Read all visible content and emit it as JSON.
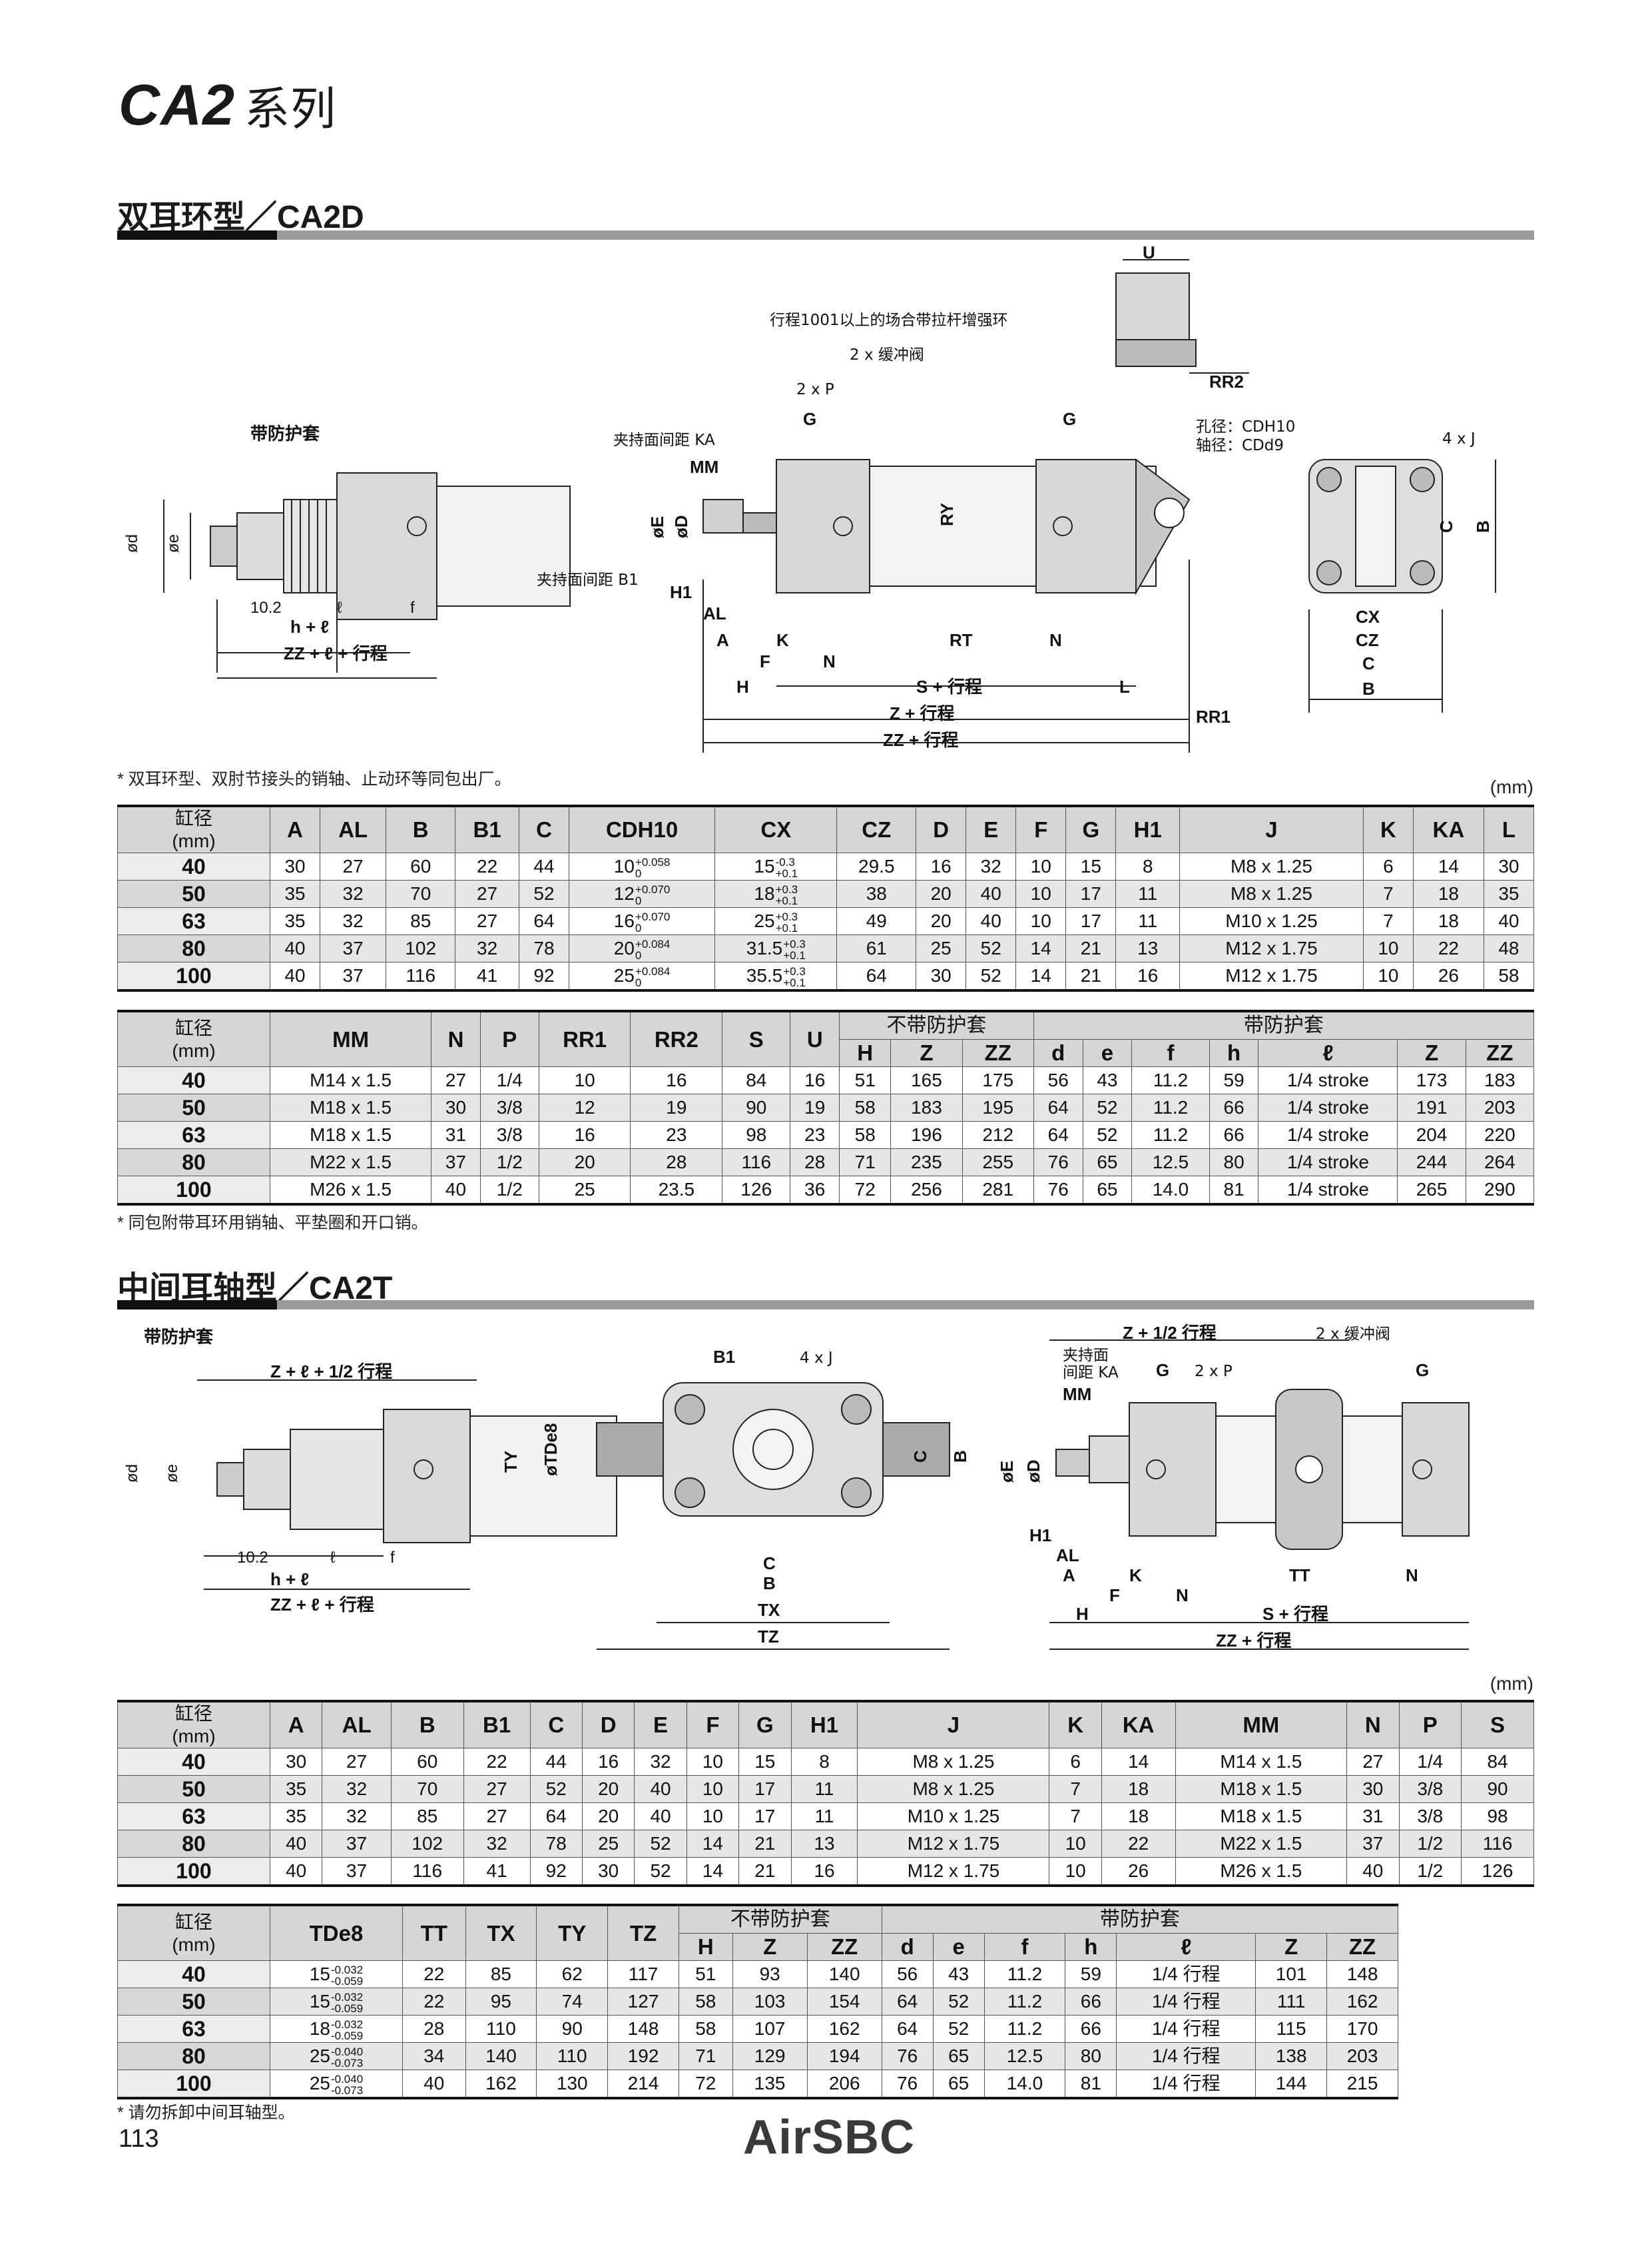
{
  "header": {
    "series": "CA2",
    "series_suffix": "系列"
  },
  "sections": {
    "ca2d": {
      "title": "双耳环型／CA2D",
      "labels": {
        "with_boot": "带防护套",
        "tie_rod_note": "行程1001以上的场合带拉杆增强环",
        "cushion": "2 x 缓冲阀",
        "port": "2 x P",
        "ka": "夹持面间距 KA",
        "b1": "夹持面间距 B1",
        "cd": "孔径：CDH10",
        "cd2": "轴径：CDd9",
        "j": "4 x J",
        "s_stroke": "S + 行程",
        "z_stroke": "Z + 行程",
        "zz_stroke": "ZZ + 行程",
        "h_l": "h + ℓ",
        "zz_l": "ZZ + ℓ + 行程",
        "v10": "10.2"
      },
      "note": "* 双耳环型、双肘节接头的销轴、止动环等同包出厂。",
      "unit": "(mm)",
      "table1": {
        "bore_head": "缸径\n(mm)",
        "headers": [
          "A",
          "AL",
          "B",
          "B1",
          "C",
          "CDH10",
          "CX",
          "CZ",
          "D",
          "E",
          "F",
          "G",
          "H1",
          "J",
          "K",
          "KA",
          "L"
        ],
        "rows": [
          {
            "bore": "40",
            "A": "30",
            "AL": "27",
            "B": "60",
            "B1": "22",
            "C": "44",
            "CD": "10",
            "CDt": [
              "+0.058",
              "0"
            ],
            "CX": "15",
            "CXt": [
              "-0.3",
              "+0.1"
            ],
            "CZ": "29.5",
            "D": "16",
            "E": "32",
            "F": "10",
            "G": "15",
            "H1": "8",
            "J": "M8 x 1.25",
            "K": "6",
            "KA": "14",
            "L": "30"
          },
          {
            "bore": "50",
            "A": "35",
            "AL": "32",
            "B": "70",
            "B1": "27",
            "C": "52",
            "CD": "12",
            "CDt": [
              "+0.070",
              "0"
            ],
            "CX": "18",
            "CXt": [
              "+0.3",
              "+0.1"
            ],
            "CZ": "38",
            "D": "20",
            "E": "40",
            "F": "10",
            "G": "17",
            "H1": "11",
            "J": "M8 x 1.25",
            "K": "7",
            "KA": "18",
            "L": "35"
          },
          {
            "bore": "63",
            "A": "35",
            "AL": "32",
            "B": "85",
            "B1": "27",
            "C": "64",
            "CD": "16",
            "CDt": [
              "+0.070",
              "0"
            ],
            "CX": "25",
            "CXt": [
              "+0.3",
              "+0.1"
            ],
            "CZ": "49",
            "D": "20",
            "E": "40",
            "F": "10",
            "G": "17",
            "H1": "11",
            "J": "M10 x 1.25",
            "K": "7",
            "KA": "18",
            "L": "40"
          },
          {
            "bore": "80",
            "A": "40",
            "AL": "37",
            "B": "102",
            "B1": "32",
            "C": "78",
            "CD": "20",
            "CDt": [
              "+0.084",
              "0"
            ],
            "CX": "31.5",
            "CXt": [
              "+0.3",
              "+0.1"
            ],
            "CZ": "61",
            "D": "25",
            "E": "52",
            "F": "14",
            "G": "21",
            "H1": "13",
            "J": "M12 x 1.75",
            "K": "10",
            "KA": "22",
            "L": "48"
          },
          {
            "bore": "100",
            "A": "40",
            "AL": "37",
            "B": "116",
            "B1": "41",
            "C": "92",
            "CD": "25",
            "CDt": [
              "+0.084",
              "0"
            ],
            "CX": "35.5",
            "CXt": [
              "+0.3",
              "+0.1"
            ],
            "CZ": "64",
            "D": "30",
            "E": "52",
            "F": "14",
            "G": "21",
            "H1": "16",
            "J": "M12 x 1.75",
            "K": "10",
            "KA": "26",
            "L": "58"
          }
        ]
      },
      "table2": {
        "bore_head": "缸径\n(mm)",
        "group_no_boot": "不带防护套",
        "group_boot": "带防护套",
        "headers": [
          "MM",
          "N",
          "P",
          "RR1",
          "RR2",
          "S",
          "U",
          "H",
          "Z",
          "ZZ",
          "d",
          "e",
          "f",
          "h",
          "ℓ",
          "Z",
          "ZZ"
        ],
        "rows": [
          [
            "40",
            "M14 x 1.5",
            "27",
            "1/4",
            "10",
            "16",
            "84",
            "16",
            "51",
            "165",
            "175",
            "56",
            "43",
            "11.2",
            "59",
            "1/4 stroke",
            "173",
            "183"
          ],
          [
            "50",
            "M18 x 1.5",
            "30",
            "3/8",
            "12",
            "19",
            "90",
            "19",
            "58",
            "183",
            "195",
            "64",
            "52",
            "11.2",
            "66",
            "1/4 stroke",
            "191",
            "203"
          ],
          [
            "63",
            "M18 x 1.5",
            "31",
            "3/8",
            "16",
            "23",
            "98",
            "23",
            "58",
            "196",
            "212",
            "64",
            "52",
            "11.2",
            "66",
            "1/4 stroke",
            "204",
            "220"
          ],
          [
            "80",
            "M22 x 1.5",
            "37",
            "1/2",
            "20",
            "28",
            "116",
            "28",
            "71",
            "235",
            "255",
            "76",
            "65",
            "12.5",
            "80",
            "1/4 stroke",
            "244",
            "264"
          ],
          [
            "100",
            "M26 x 1.5",
            "40",
            "1/2",
            "25",
            "23.5",
            "126",
            "36",
            "72",
            "256",
            "281",
            "76",
            "65",
            "14.0",
            "81",
            "1/4 stroke",
            "265",
            "290"
          ]
        ]
      },
      "note2": "* 同包附带耳环用销轴、平垫圈和开口销。"
    },
    "ca2t": {
      "title": "中间耳轴型／CA2T",
      "labels": {
        "with_boot": "带防护套",
        "z_half": "Z + ℓ + 1/2 行程",
        "z_half2": "Z + 1/2 行程",
        "cushion": "2 x 缓冲阀",
        "port": "2 x P",
        "ka1": "夹持面",
        "ka2": "间距 KA",
        "j": "4 x J",
        "s_stroke": "S + 行程",
        "zz_stroke": "ZZ + 行程",
        "h_l": "h + ℓ",
        "zz_l": "ZZ + ℓ + 行程",
        "v10": "10.2"
      },
      "unit": "(mm)",
      "table1": {
        "bore_head": "缸径\n(mm)",
        "headers": [
          "A",
          "AL",
          "B",
          "B1",
          "C",
          "D",
          "E",
          "F",
          "G",
          "H1",
          "J",
          "K",
          "KA",
          "MM",
          "N",
          "P",
          "S"
        ],
        "rows": [
          [
            "40",
            "30",
            "27",
            "60",
            "22",
            "44",
            "16",
            "32",
            "10",
            "15",
            "8",
            "M8 x 1.25",
            "6",
            "14",
            "M14 x 1.5",
            "27",
            "1/4",
            "84"
          ],
          [
            "50",
            "35",
            "32",
            "70",
            "27",
            "52",
            "20",
            "40",
            "10",
            "17",
            "11",
            "M8 x 1.25",
            "7",
            "18",
            "M18 x 1.5",
            "30",
            "3/8",
            "90"
          ],
          [
            "63",
            "35",
            "32",
            "85",
            "27",
            "64",
            "20",
            "40",
            "10",
            "17",
            "11",
            "M10 x 1.25",
            "7",
            "18",
            "M18 x 1.5",
            "31",
            "3/8",
            "98"
          ],
          [
            "80",
            "40",
            "37",
            "102",
            "32",
            "78",
            "25",
            "52",
            "14",
            "21",
            "13",
            "M12 x 1.75",
            "10",
            "22",
            "M22 x 1.5",
            "37",
            "1/2",
            "116"
          ],
          [
            "100",
            "40",
            "37",
            "116",
            "41",
            "92",
            "30",
            "52",
            "14",
            "21",
            "16",
            "M12 x 1.75",
            "10",
            "26",
            "M26 x 1.5",
            "40",
            "1/2",
            "126"
          ]
        ]
      },
      "table2": {
        "bore_head": "缸径\n(mm)",
        "group_no_boot": "不带防护套",
        "group_boot": "带防护套",
        "headers": [
          "TDe8",
          "TT",
          "TX",
          "TY",
          "TZ",
          "H",
          "Z",
          "ZZ",
          "d",
          "e",
          "f",
          "h",
          "ℓ",
          "Z",
          "ZZ"
        ],
        "rows": [
          {
            "bore": "40",
            "TD": "15",
            "TDt": [
              "-0.032",
              "-0.059"
            ],
            "v": [
              "22",
              "85",
              "62",
              "117",
              "51",
              "93",
              "140",
              "56",
              "43",
              "11.2",
              "59",
              "1/4 行程",
              "101",
              "148"
            ]
          },
          {
            "bore": "50",
            "TD": "15",
            "TDt": [
              "-0.032",
              "-0.059"
            ],
            "v": [
              "22",
              "95",
              "74",
              "127",
              "58",
              "103",
              "154",
              "64",
              "52",
              "11.2",
              "66",
              "1/4 行程",
              "111",
              "162"
            ]
          },
          {
            "bore": "63",
            "TD": "18",
            "TDt": [
              "-0.032",
              "-0.059"
            ],
            "v": [
              "28",
              "110",
              "90",
              "148",
              "58",
              "107",
              "162",
              "64",
              "52",
              "11.2",
              "66",
              "1/4 行程",
              "115",
              "170"
            ]
          },
          {
            "bore": "80",
            "TD": "25",
            "TDt": [
              "-0.040",
              "-0.073"
            ],
            "v": [
              "34",
              "140",
              "110",
              "192",
              "71",
              "129",
              "194",
              "76",
              "65",
              "12.5",
              "80",
              "1/4 行程",
              "138",
              "203"
            ]
          },
          {
            "bore": "100",
            "TD": "25",
            "TDt": [
              "-0.040",
              "-0.073"
            ],
            "v": [
              "40",
              "162",
              "130",
              "214",
              "72",
              "135",
              "206",
              "76",
              "65",
              "14.0",
              "81",
              "1/4 行程",
              "144",
              "215"
            ]
          }
        ]
      },
      "note": "* 请勿拆卸中间耳轴型。"
    }
  },
  "footer": {
    "page": "113",
    "brand": "AirSBC"
  }
}
